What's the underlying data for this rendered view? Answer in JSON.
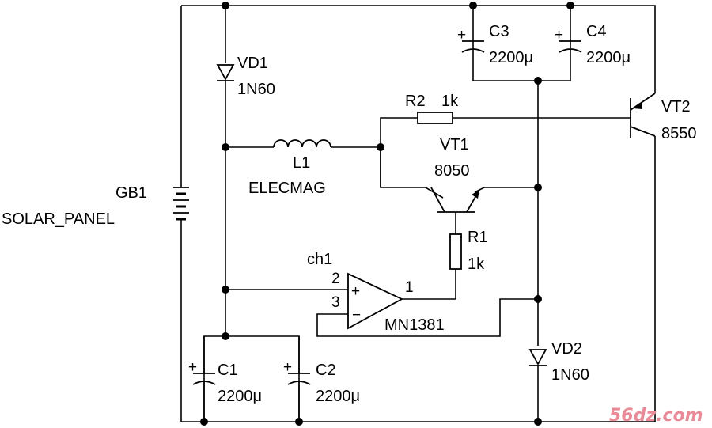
{
  "components": {
    "vd1": {
      "ref": "VD1",
      "value": "1N60"
    },
    "vd2": {
      "ref": "VD2",
      "value": "1N60"
    },
    "c1": {
      "ref": "C1",
      "value": "2200μ"
    },
    "c2": {
      "ref": "C2",
      "value": "2200μ"
    },
    "c3": {
      "ref": "C3",
      "value": "2200μ"
    },
    "c4": {
      "ref": "C4",
      "value": "2200μ"
    },
    "r1": {
      "ref": "R1",
      "value": "1k"
    },
    "r2": {
      "ref": "R2",
      "value": "1k"
    },
    "l1": {
      "ref": "L1",
      "value": "ELECMAG"
    },
    "vt1": {
      "ref": "VT1",
      "value": "8050"
    },
    "vt2": {
      "ref": "VT2",
      "value": "8550"
    },
    "gb1": {
      "ref": "GB1",
      "value": "SOLAR_PANEL"
    },
    "ch1": {
      "ref": "ch1",
      "value": "MN1381",
      "pin_in_plus": "2",
      "pin_in_minus": "3",
      "pin_out": "1",
      "plus_sign": "+",
      "minus_sign": "−"
    }
  },
  "polarity_mark": "+",
  "watermark": "56dz.com"
}
